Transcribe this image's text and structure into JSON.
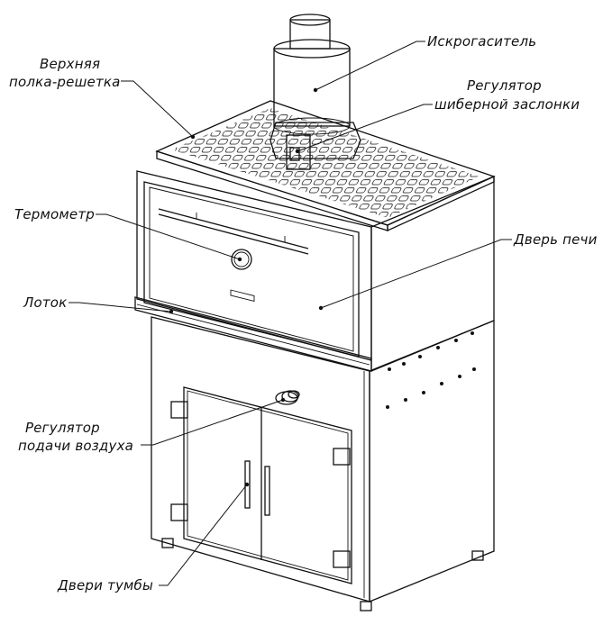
{
  "labels": {
    "spark_arrester": "Искрогаситель",
    "top_shelf_line1": "Верхняя",
    "top_shelf_line2": "полка-решетка",
    "damper_line1": "Регулятор",
    "damper_line2": "шиберной заслонки",
    "thermometer": "Термометр",
    "oven_door": "Дверь печи",
    "tray": "Лоток",
    "air_regulator_line1": "Регулятор",
    "air_regulator_line2": "подачи воздуха",
    "cabinet_doors": "Двери тумбы"
  }
}
